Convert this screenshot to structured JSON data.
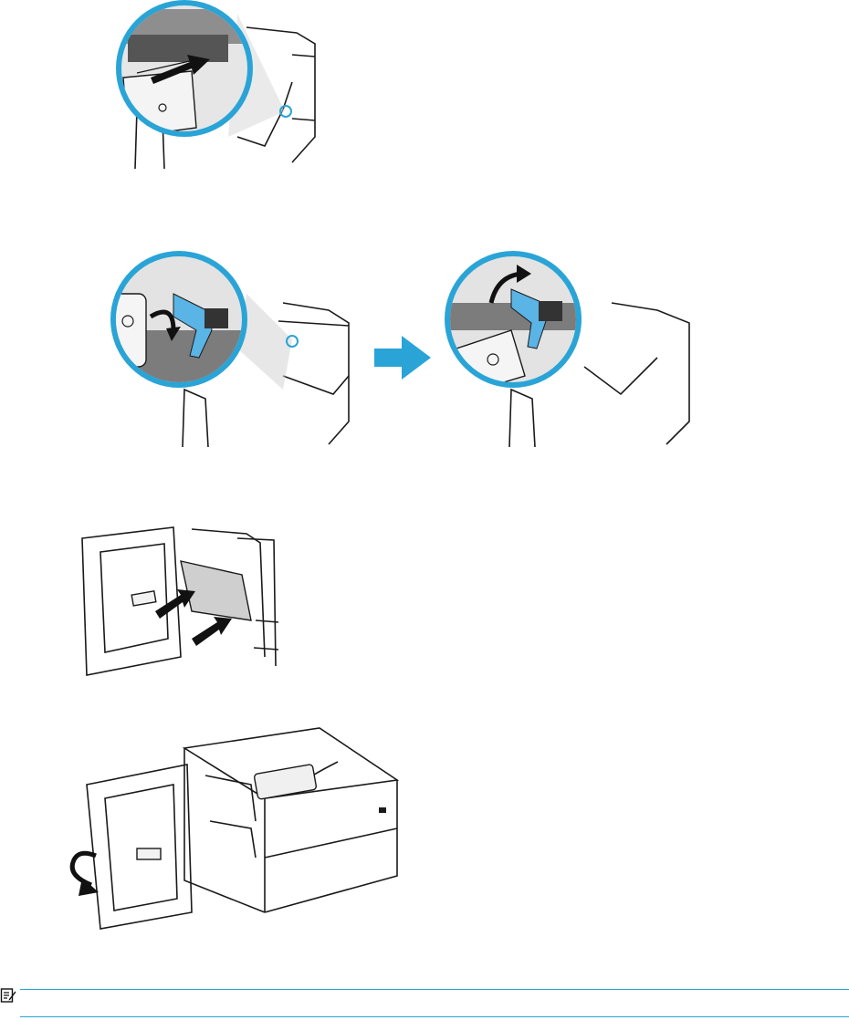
{
  "colors": {
    "accent": "#2aa4d6",
    "line": "#1a1a1a",
    "fill_gray": "#d9d9d9",
    "latch_blue": "#5ab4e5"
  },
  "figures": [
    {
      "id": "step-1",
      "icon": "arrow-push-icon"
    },
    {
      "id": "step-2",
      "icon": "arrow-right-icon"
    },
    {
      "id": "step-3",
      "icon": "arrow-push-icon"
    },
    {
      "id": "step-4",
      "icon": "rotate-arrow-icon"
    }
  ],
  "note": {
    "icon": "note-icon"
  }
}
